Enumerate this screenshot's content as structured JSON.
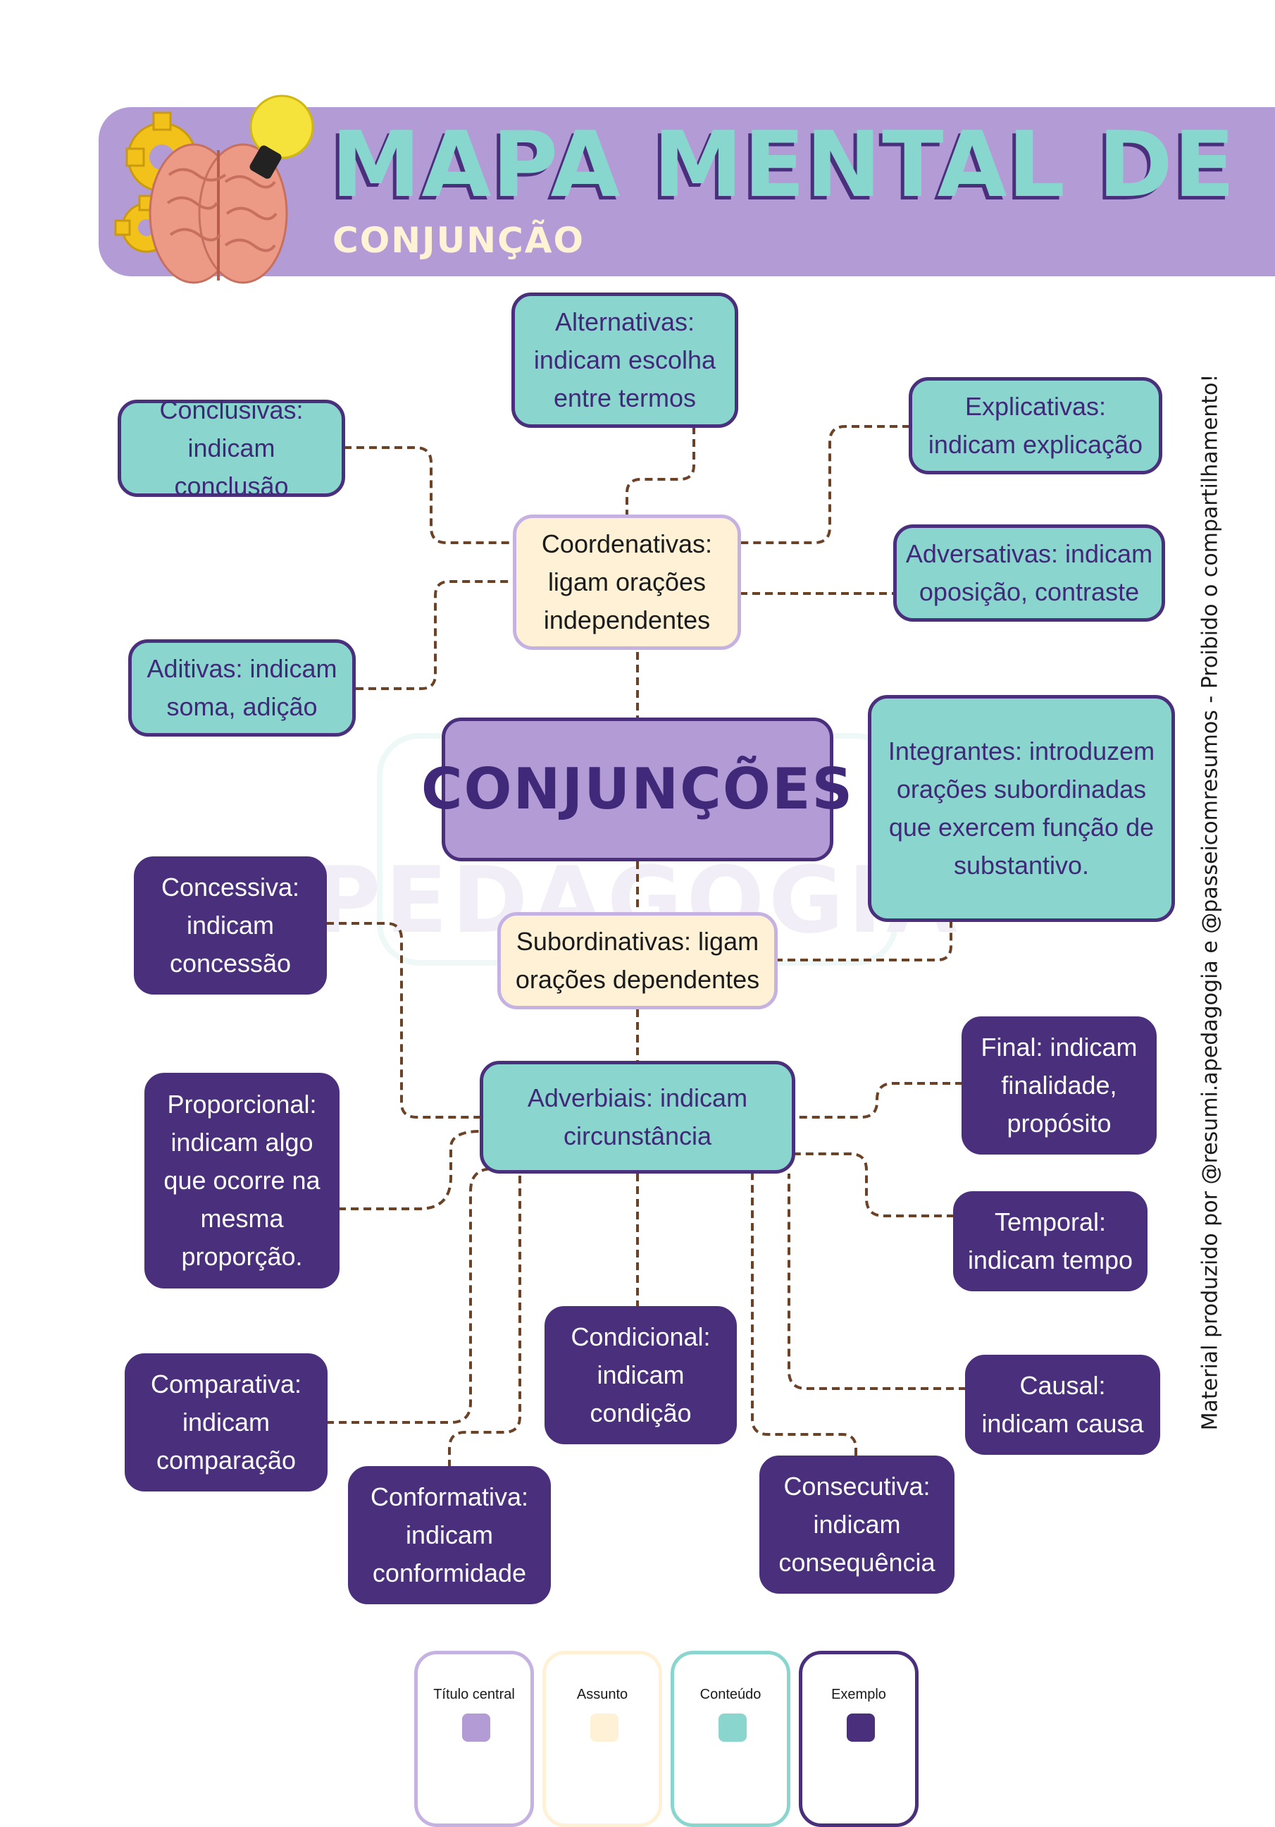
{
  "header": {
    "title": "MAPA MENTAL DE",
    "subtitle": "CONJUNÇÃO"
  },
  "watermark": "PEDAGOGIA",
  "side_text": "Material produzido por @resumi.apedagogia e @passeicomresumos - Proibido o compartilhamento!",
  "nodes": {
    "central": "CONJUNÇÕES",
    "coordenativas": "Coordenativas: ligam orações independentes",
    "subordinativas": "Subordinativas: ligam orações dependentes",
    "alternativas": "Alternativas: indicam escolha entre termos",
    "conclusivas": "Conclusivas: indicam conclusão",
    "explicativas": "Explicativas: indicam explicação",
    "adversativas": "Adversativas: indicam oposição, contraste",
    "aditivas": "Aditivas: indicam soma, adição",
    "integrantes": "Integrantes: introduzem orações subordinadas que exercem função de substantivo.",
    "adverbiais": "Adverbiais: indicam circunstância",
    "concessiva": "Concessiva: indicam concessão",
    "proporcional": "Proporcional: indicam algo que ocorre na mesma proporção.",
    "comparativa": "Comparativa: indicam comparação",
    "conformativa": "Conformativa: indicam conformidade",
    "condicional": "Condicional: indicam condição",
    "consecutiva": "Consecutiva: indicam consequência",
    "final": "Final: indicam finalidade, propósito",
    "temporal": "Temporal: indicam tempo",
    "causal": "Causal: indicam causa"
  },
  "legend": [
    {
      "label": "Título central",
      "color": "#b39bd6"
    },
    {
      "label": "Assunto",
      "color": "#fff1d6"
    },
    {
      "label": "Conteúdo",
      "color": "#8ad6ce"
    },
    {
      "label": "Exemplo",
      "color": "#4a2f7d"
    }
  ],
  "colors": {
    "title_central": "#b39bd6",
    "assunto": "#fff1d6",
    "conteudo": "#8ad6ce",
    "exemplo": "#4a2f7d",
    "connector": "#6b4226",
    "title_text": "#87d7cf"
  }
}
